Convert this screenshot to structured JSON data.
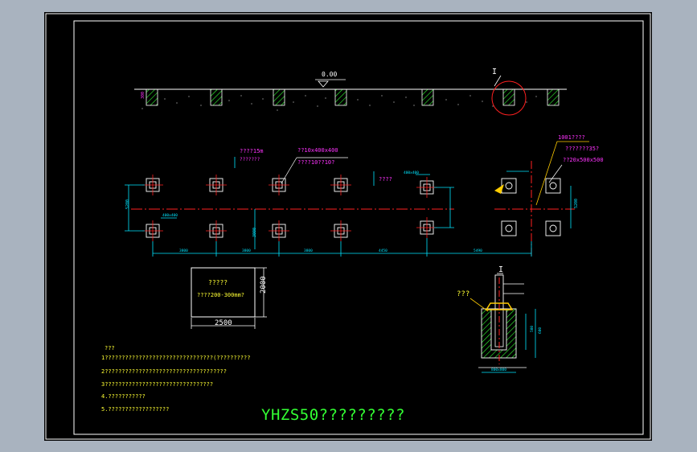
{
  "colors": {
    "background": "#a9b3bf",
    "canvas": "#000000",
    "frame": "#ffffff",
    "hatch": "#33ff33",
    "centerline": "#ff2020",
    "dimension": "#00e5ff",
    "annotation": "#ff33ff",
    "note_text": "#ffff33",
    "title": "#33ff33",
    "marker": "#ffcc00"
  },
  "elevation": {
    "level_mark": "0.00",
    "detail_callout": "I",
    "dim_label": "300"
  },
  "plan": {
    "callouts": {
      "spacing": "????15m",
      "spacing_sub": "???????",
      "pier_size": "??10x400x400",
      "pier_sub": "????10??10?",
      "note_mid": "????",
      "right_a": "1001????",
      "right_b": "???????35?",
      "right_c": "??20x500x500"
    },
    "dims": {
      "left_height": "5200",
      "top_small": "400x400",
      "left_small": "400x400",
      "mid_vertical": "3000",
      "right_height": "5200",
      "span_1": "3800",
      "span_2": "3800",
      "span_3": "3800",
      "span_4": "4450",
      "span_5": "5490"
    }
  },
  "pad": {
    "title": "?????",
    "subtitle": "????200-300mm?",
    "width_label": "2500",
    "height_label": "2000"
  },
  "detail": {
    "callout": "I",
    "label": "???",
    "depth_label": "500",
    "total_label": "600",
    "base_label": "800x800"
  },
  "notes": {
    "heading": "???",
    "items": [
      "1????????????????????????????????(??????????",
      "2????????????????????????????????????",
      "3????????????????????????????????",
      "4.???????????",
      "5.??????????????????"
    ]
  },
  "title_block": {
    "title": "YHZS50?????????"
  }
}
